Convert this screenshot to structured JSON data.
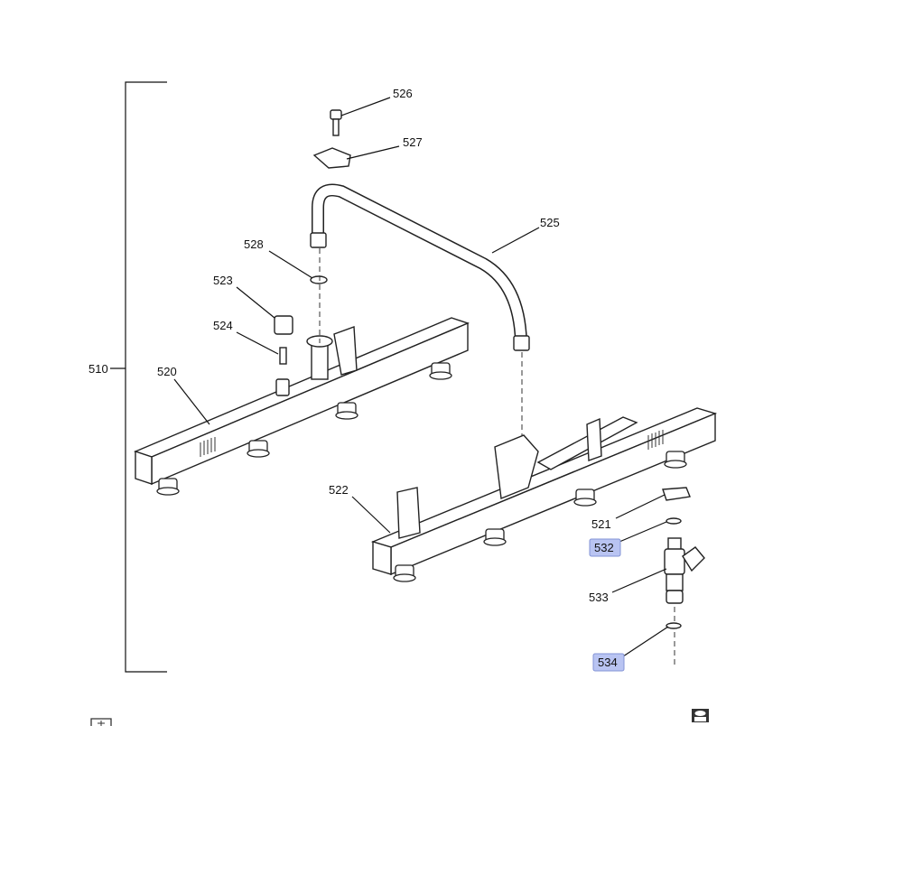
{
  "diagram": {
    "group_label": "510",
    "callouts": {
      "p526": "526",
      "p527": "527",
      "p525": "525",
      "p528": "528",
      "p523": "523",
      "p524": "524",
      "p520": "520",
      "p522": "522",
      "p521": "521",
      "p532": "532",
      "p533": "533",
      "p534": "534"
    },
    "highlighted": [
      "532",
      "534"
    ],
    "highlight_color": "#b9c4f2"
  },
  "footer": {
    "left_icon": "expand-icon",
    "right_icon": "print-icon"
  }
}
